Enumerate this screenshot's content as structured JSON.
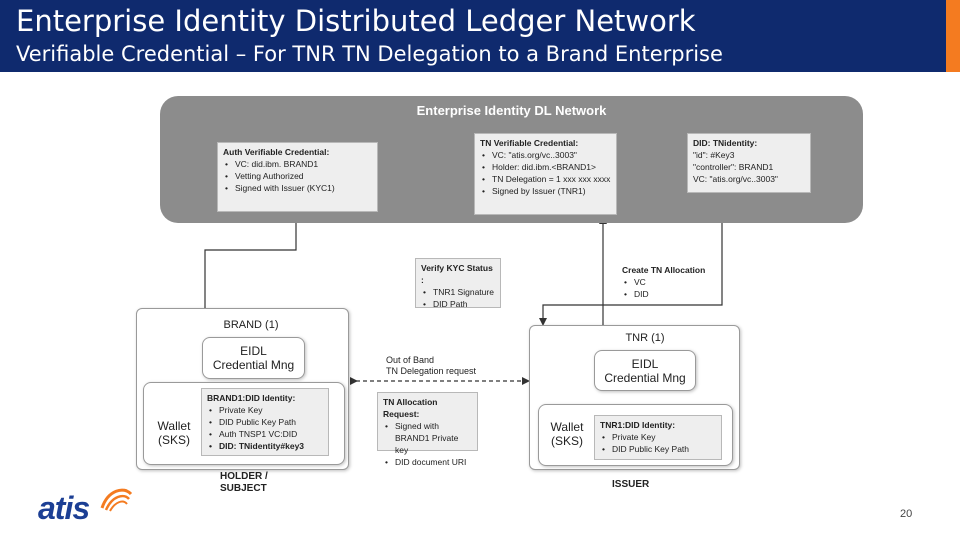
{
  "header": {
    "title": "Enterprise Identity Distributed Ledger Network",
    "subtitle": "Verifiable Credential – For TNR TN Delegation to a Brand Enterprise"
  },
  "diagram": {
    "network_title": "Enterprise Identity DL Network",
    "auth_vc": {
      "heading": "Auth Verifiable Credential:",
      "items": [
        "VC: did.ibm. BRAND1",
        "Vetting Authorized",
        "Signed with Issuer  (KYC1)"
      ]
    },
    "tn_vc": {
      "heading": "TN Verifiable Credential:",
      "items": [
        "VC: \"atis.org/vc..3003\"",
        "Holder: did.ibm.<BRAND1>",
        "TN Delegation = 1 xxx xxx xxxx",
        "Signed by Issuer (TNR1)"
      ]
    },
    "did_tnidentity": {
      "heading": "DID: TNidentity:",
      "lines": [
        "\"id\": #Key3",
        "\"controller\": BRAND1",
        "VC: \"atis.org/vc..3003\""
      ]
    },
    "verify_kyc": {
      "heading": "Verify KYC Status :",
      "items": [
        "TNR1 Signature",
        "DID Path"
      ]
    },
    "create_tn": {
      "heading": "Create TN Allocation",
      "items": [
        "VC",
        "DID"
      ]
    },
    "brand": {
      "label": "BRAND (1)",
      "credential_mng": [
        "EIDL",
        "Credential Mng"
      ],
      "wallet": [
        "Wallet",
        "(SKS)"
      ],
      "identity": {
        "heading": "BRAND1:DID Identity:",
        "items": [
          "Private Key",
          "DID Public Key Path",
          "Auth TNSP1 VC:DID",
          "DID: TNidentity#key3"
        ]
      },
      "role": [
        "HOLDER /",
        "SUBJECT"
      ]
    },
    "out_of_band": [
      "Out of Band",
      "TN Delegation request"
    ],
    "tn_allocation_request": {
      "heading": "TN Allocation Request:",
      "items": [
        "Signed with BRAND1 Private key",
        "DID document URI"
      ]
    },
    "tnr": {
      "label": "TNR (1)",
      "credential_mng": [
        "EIDL",
        "Credential Mng"
      ],
      "wallet": [
        "Wallet",
        "(SKS)"
      ],
      "identity": {
        "heading": "TNR1:DID Identity:",
        "items": [
          "Private Key",
          "DID Public Key Path"
        ]
      },
      "role": "ISSUER"
    }
  },
  "footer": {
    "logo": "atis",
    "page_number": "20"
  },
  "colors": {
    "header_bg": "#0f2a6e",
    "accent": "#f47b20",
    "network_bg": "#8c8c8c",
    "logo_blue": "#1c3f94"
  }
}
